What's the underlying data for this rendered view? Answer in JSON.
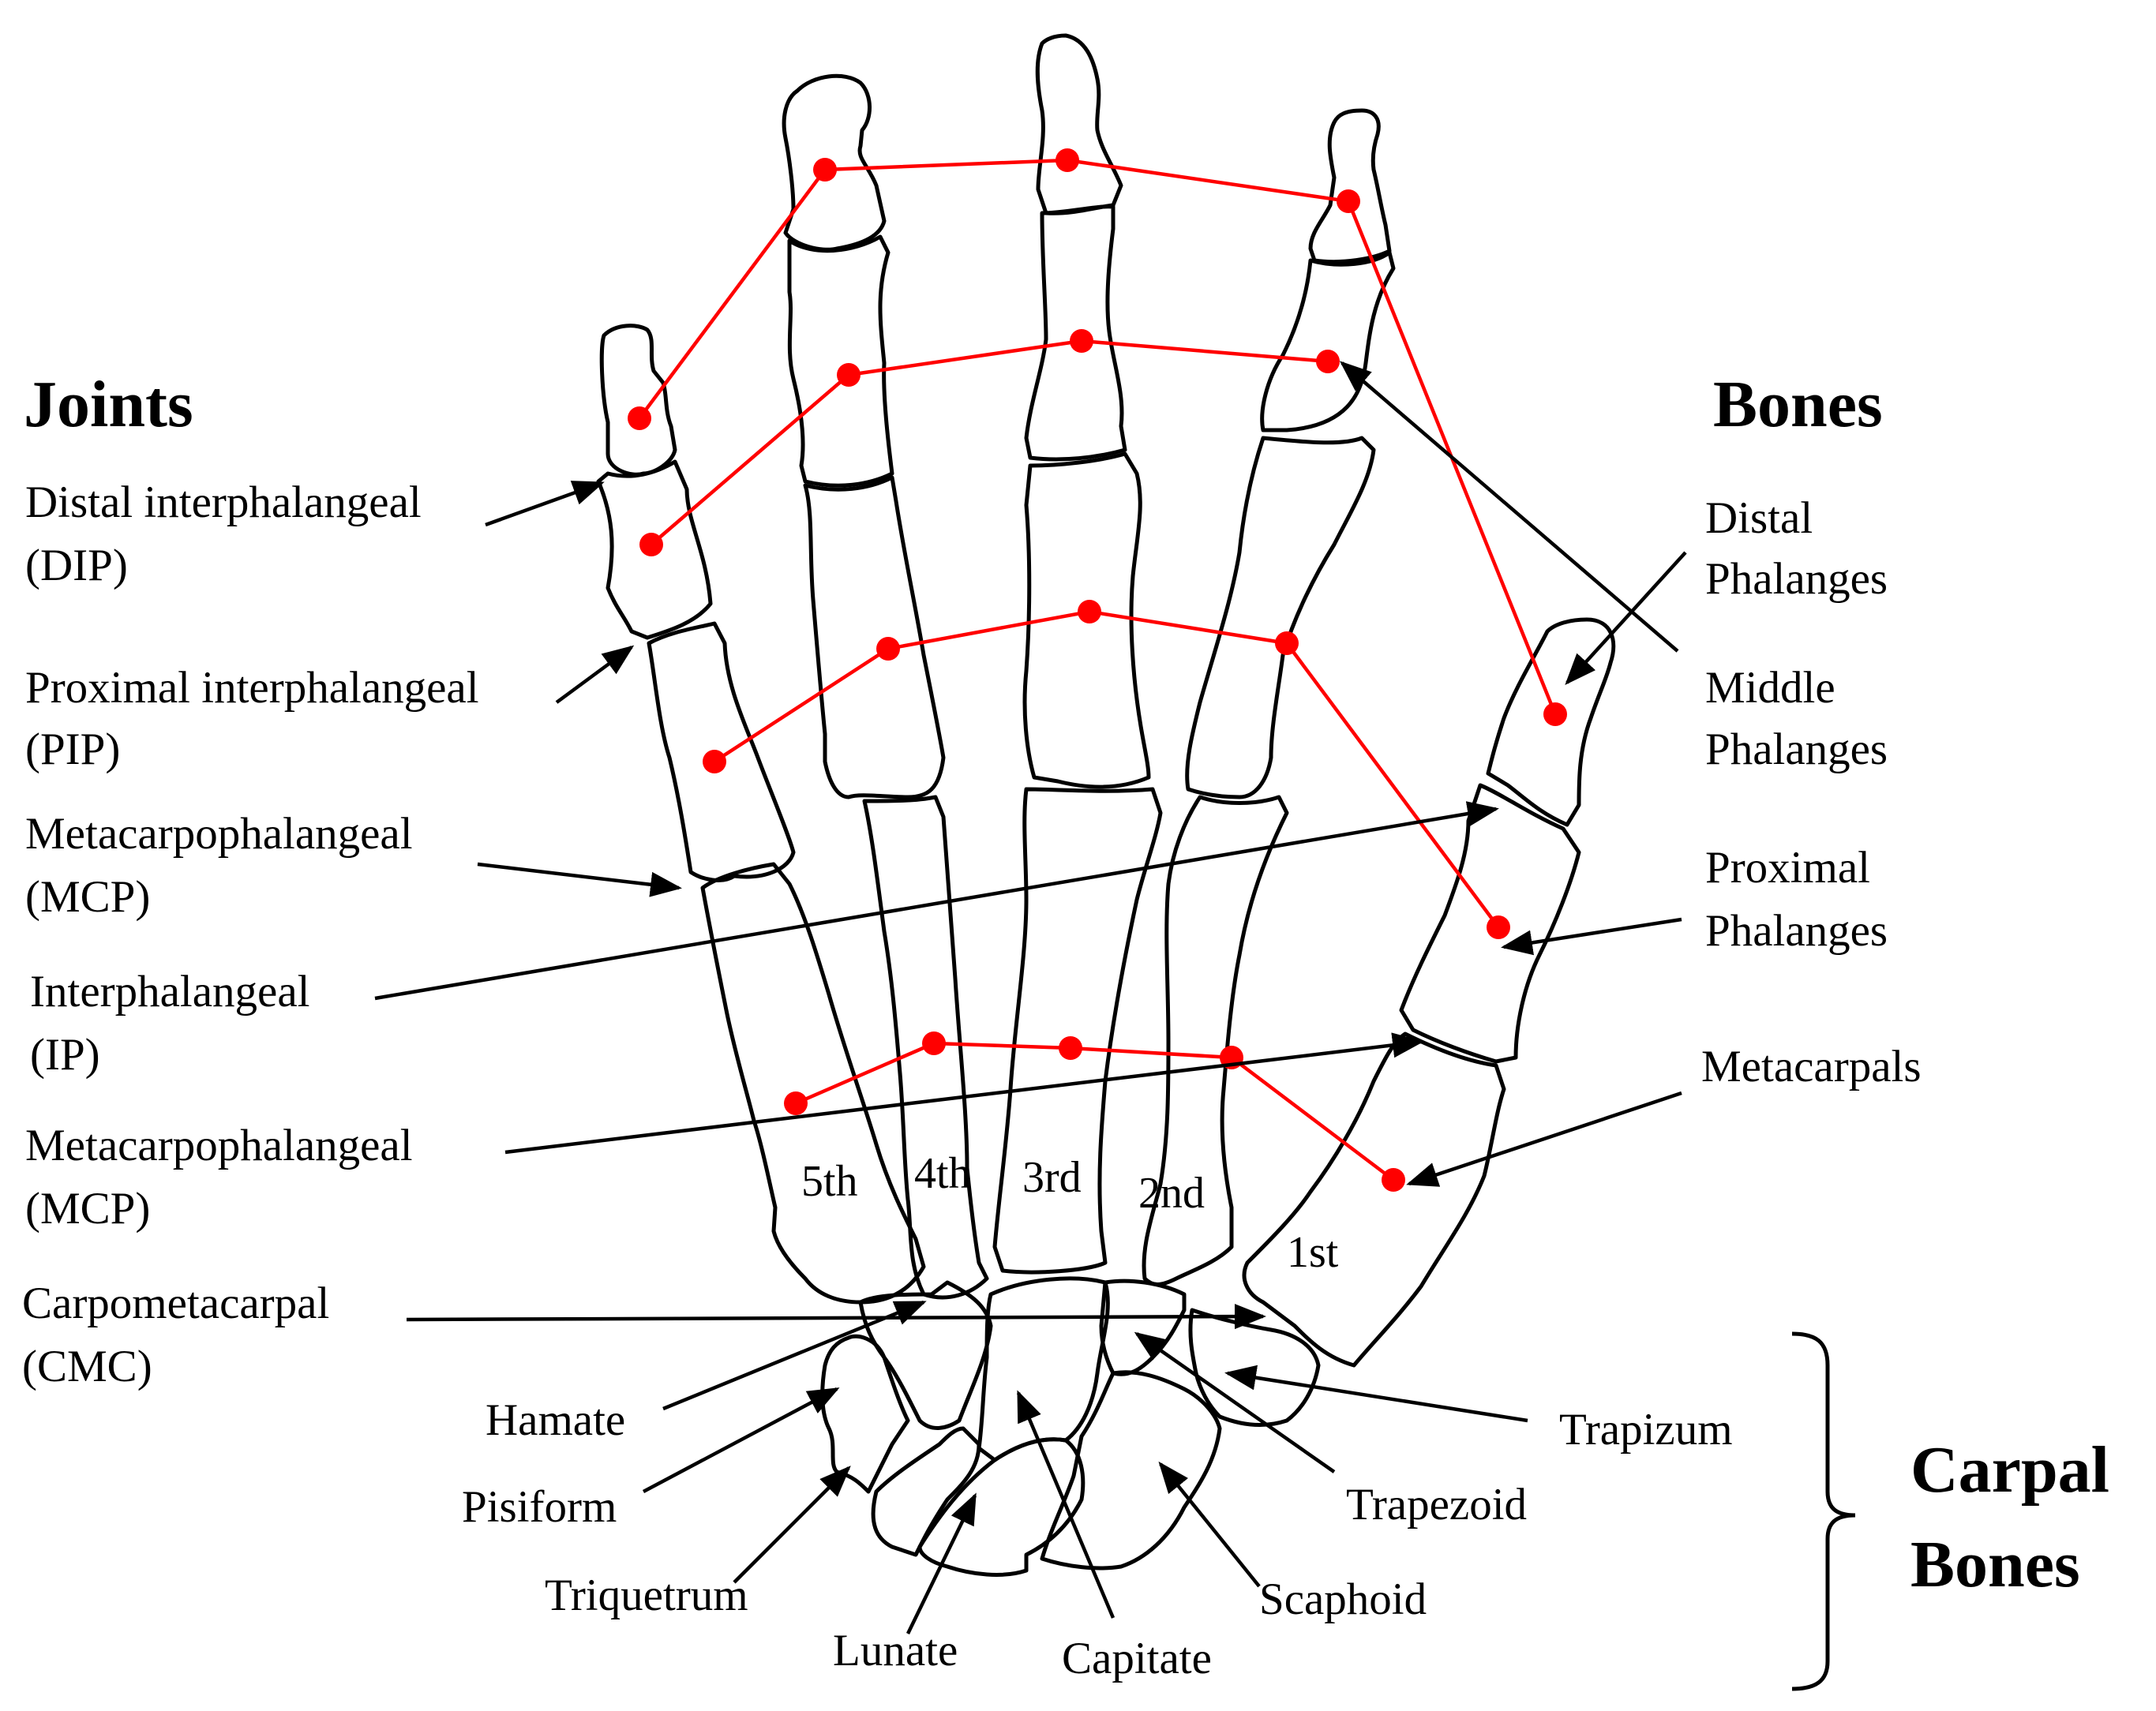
{
  "headings": {
    "joints": "Joints",
    "bones": "Bones",
    "carpal_line1": "Carpal",
    "carpal_line2": "Bones"
  },
  "joint_labels": {
    "dip": [
      "Distal interphalangeal",
      "(DIP)"
    ],
    "pip": [
      "Proximal interphalangeal",
      "(PIP)"
    ],
    "mcp_finger": [
      "Metacarpophalangeal",
      "(MCP)"
    ],
    "ip": [
      "Interphalangeal",
      "(IP)"
    ],
    "mcp_thumb": [
      "Metacarpophalangeal",
      "(MCP)"
    ],
    "cmc": [
      "Carpometacarpal",
      "(CMC)"
    ]
  },
  "bone_labels": {
    "distal": [
      "Distal",
      "Phalanges"
    ],
    "middle": [
      "Middle",
      "Phalanges"
    ],
    "proximal": [
      "Proximal",
      "Phalanges"
    ],
    "metacarpals": "Metacarpals"
  },
  "carpal_labels": {
    "hamate": "Hamate",
    "pisiform": "Pisiform",
    "triquetrum": "Triquetrum",
    "lunate": "Lunate",
    "capitate": "Capitate",
    "scaphoid": "Scaphoid",
    "trapezoid": "Trapezoid",
    "trapizum": "Trapizum"
  },
  "metacarpal_numbers": {
    "fifth": "5th",
    "fourth": "4th",
    "third": "3rd",
    "second": "2nd",
    "first": "1st"
  },
  "colors": {
    "joint_marker": "#ff0000",
    "outline": "#000000"
  }
}
